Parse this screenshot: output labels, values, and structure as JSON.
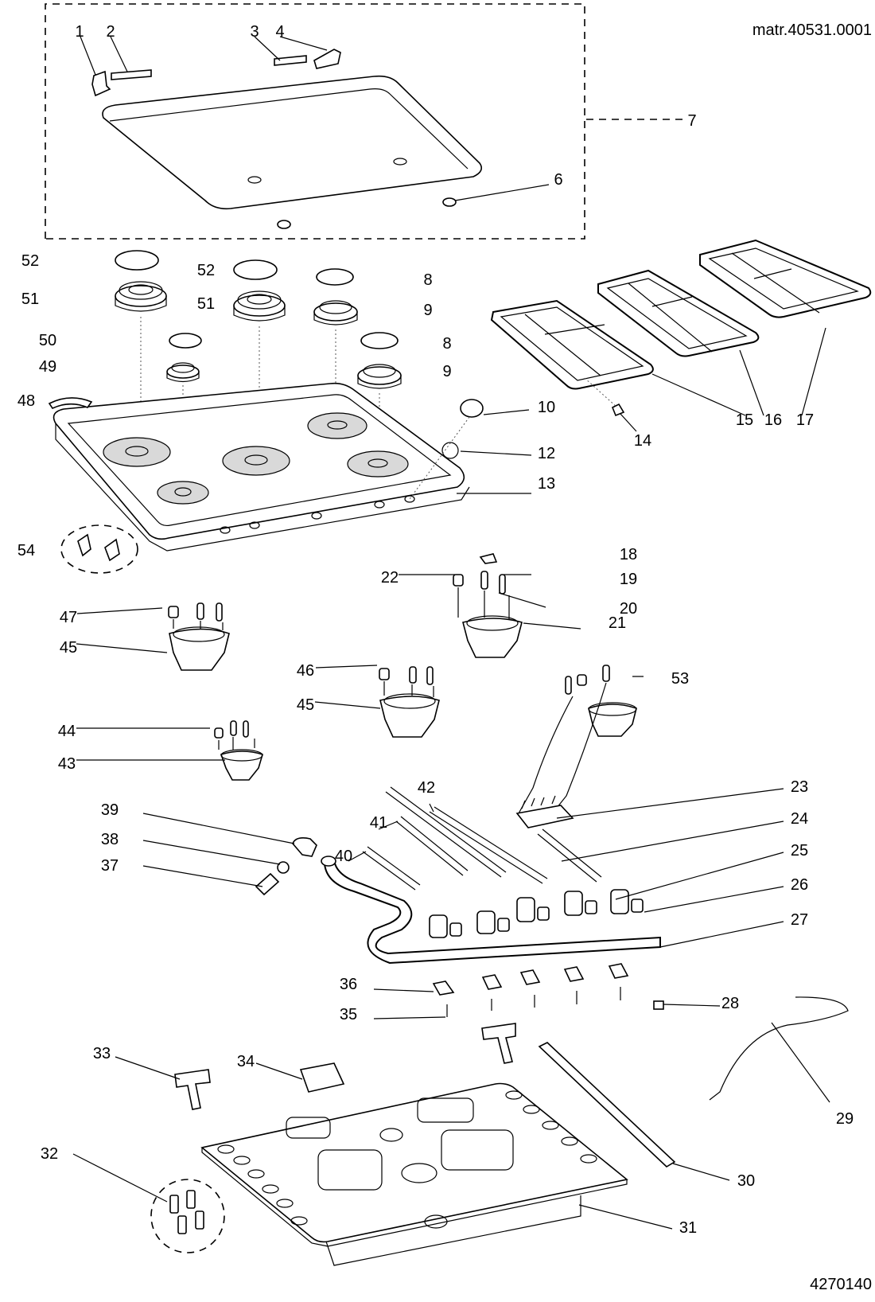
{
  "header": {
    "matr": "matr.40531.0001"
  },
  "footer": {
    "drawing_number": "4270140"
  },
  "callouts": [
    "1",
    "2",
    "3",
    "4",
    "52",
    "51",
    "52",
    "51",
    "8",
    "9",
    "50",
    "49",
    "8",
    "9",
    "48",
    "10",
    "12",
    "13",
    "54",
    "14",
    "15",
    "16",
    "17",
    "18",
    "22",
    "19",
    "20",
    "21",
    "47",
    "45",
    "46",
    "45",
    "53",
    "44",
    "43",
    "23",
    "24",
    "42",
    "39",
    "41",
    "38",
    "40",
    "25",
    "37",
    "26",
    "27",
    "36",
    "35",
    "28",
    "33",
    "34",
    "29",
    "32",
    "30",
    "31",
    "7",
    "6"
  ]
}
